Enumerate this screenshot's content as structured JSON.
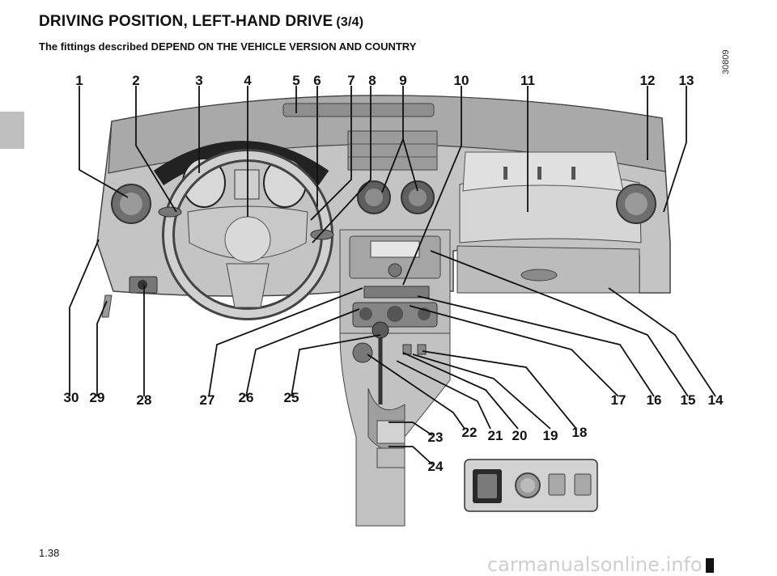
{
  "header": {
    "title": "DRIVING POSITION, LEFT-HAND DRIVE",
    "title_suffix": "(3/4)",
    "subtitle": "The fittings described DEPEND ON THE VEHICLE VERSION AND COUNTRY"
  },
  "figure": {
    "reference": "30809",
    "callouts": [
      "1",
      "2",
      "3",
      "4",
      "5",
      "6",
      "7",
      "8",
      "9",
      "10",
      "11",
      "12",
      "13",
      "14",
      "15",
      "16",
      "17",
      "18",
      "19",
      "20",
      "21",
      "22",
      "23",
      "24",
      "25",
      "26",
      "27",
      "28",
      "29",
      "30"
    ]
  },
  "footer": {
    "page_number": "1.38",
    "watermark": "carmanualsonline.info"
  },
  "colors": {
    "dashboard_gray": "#b7b7b7",
    "dark_gray": "#5a5a5a",
    "side_tab": "#bfbfbf"
  }
}
